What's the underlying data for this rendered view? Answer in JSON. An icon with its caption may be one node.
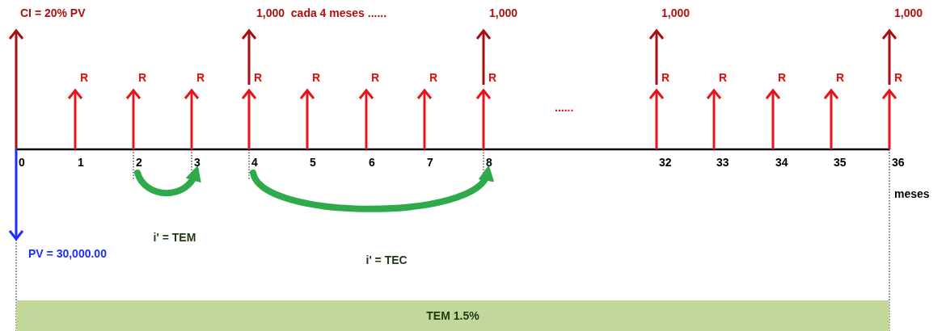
{
  "diagram": {
    "nodes": [
      {
        "text": [
          "0"
        ]
      },
      {
        "text": [
          "1"
        ]
      },
      {
        "text": [
          "2"
        ]
      },
      {
        "text": [
          "3"
        ]
      },
      {
        "text": [
          "4"
        ]
      },
      {
        "text": [
          "5"
        ]
      },
      {
        "text": [
          "6"
        ]
      },
      {
        "text": [
          "7"
        ]
      },
      {
        "text": [
          "8"
        ]
      },
      {
        "text": [
          "32"
        ]
      },
      {
        "text": [
          "33"
        ]
      },
      {
        "text": [
          "34"
        ]
      },
      {
        "text": [
          "35"
        ]
      },
      {
        "text": [
          "36"
        ]
      },
      {
        "text": [
          "TEM 1.5%"
        ]
      }
    ],
    "edges": [
      {
        "from": 2,
        "to": 3,
        "arrow": "to",
        "label": "i' = TEM"
      },
      {
        "from": 4,
        "to": 8,
        "arrow": "to",
        "label": "i' = TEC"
      }
    ],
    "labels": [
      "CI = 20% PV",
      "1,000  cada 4 meses ......",
      "1,000",
      "1,000",
      "1,000",
      "R",
      "R",
      "R",
      "R",
      "R",
      "R",
      "R",
      "R",
      "R",
      "R",
      "R",
      "R",
      "R",
      "......",
      "meses",
      "PV = 30,000.00"
    ]
  }
}
